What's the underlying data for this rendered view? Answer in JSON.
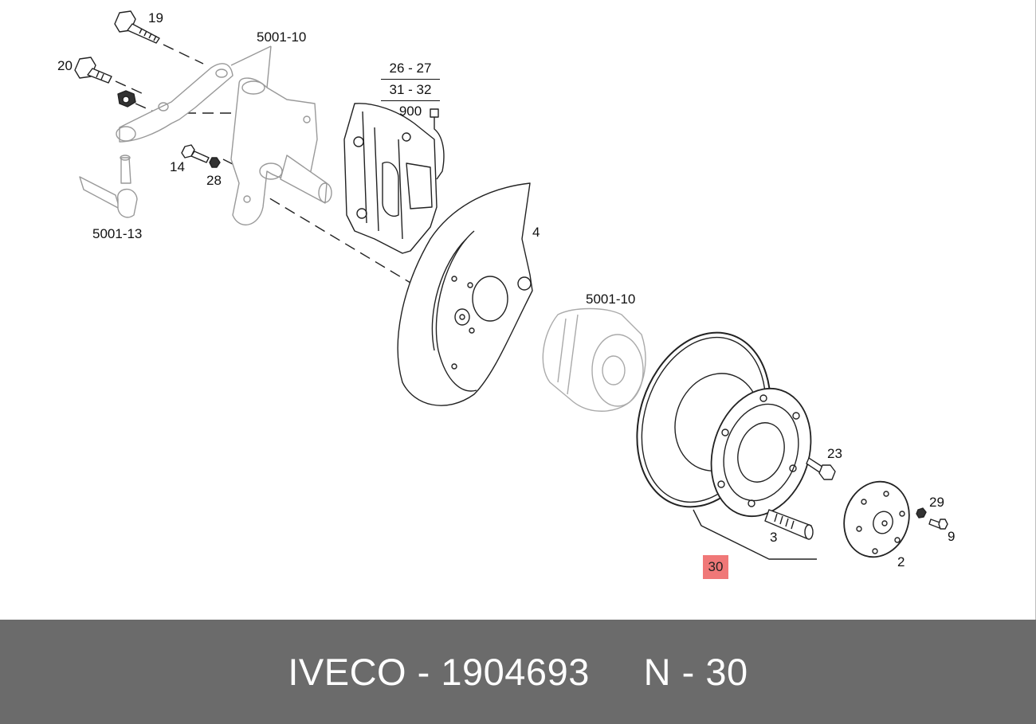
{
  "diagram": {
    "labels": {
      "l19": "19",
      "l20": "20",
      "l5001_10_top": "5001-10",
      "l14": "14",
      "l28": "28",
      "l5001_13": "5001-13",
      "frac_row1": "26 - 27",
      "frac_row2": "31 - 32",
      "frac_row3": "900",
      "l4": "4",
      "l5001_10_mid": "5001-10",
      "l23": "23",
      "l29": "29",
      "l9": "9",
      "l3": "3",
      "l2": "2",
      "highlight": "30"
    },
    "highlight_color": "#f07878"
  },
  "footer": {
    "brand": "IVECO",
    "sep1": " - ",
    "part_number": "1904693",
    "gap": "     ",
    "position_letter": "N",
    "sep2": " - ",
    "position_number": "30",
    "background": "#6b6b6b"
  }
}
